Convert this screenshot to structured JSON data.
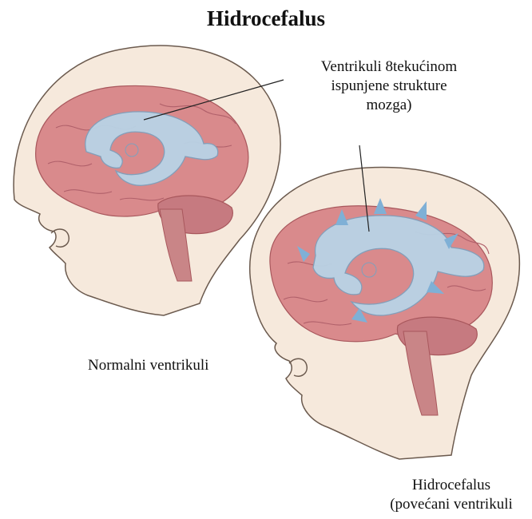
{
  "title": "Hidrocefalus",
  "callout": {
    "line1": "Ventrikuli 8tekućinom",
    "line2": "ispunjene strukture",
    "line3": "mozga)"
  },
  "labels": {
    "normal": "Normalni ventrikuli",
    "hydro_line1": "Hidrocefalus",
    "hydro_line2": "(povećani ventrikuli"
  },
  "colors": {
    "skin": "#f6e9dc",
    "skin_outline": "#6b5a4e",
    "brain": "#d98a8c",
    "brain_dark": "#b8676b",
    "ventricle": "#b9d3e6",
    "ventricle_outline": "#7fa0bc",
    "arrow": "#7fb0d6"
  }
}
